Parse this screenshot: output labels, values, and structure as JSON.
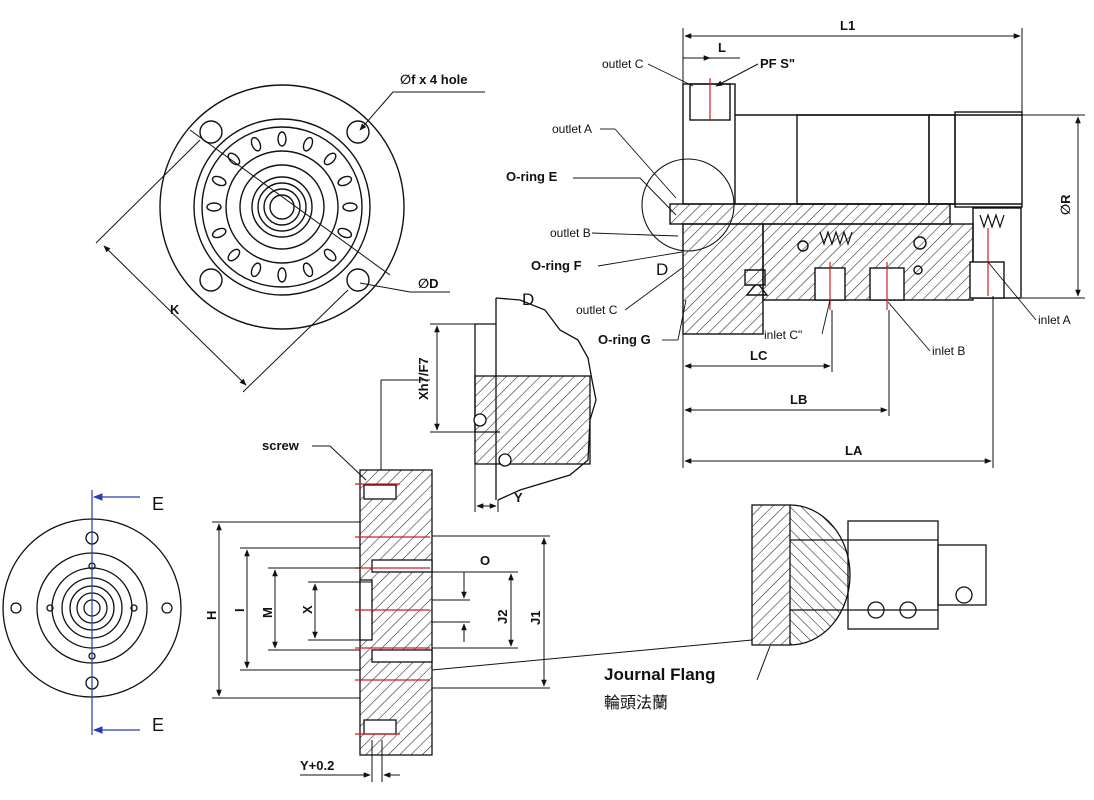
{
  "labels": {
    "hole": "∅f x 4 hole",
    "phi_d": "∅D",
    "k": "K",
    "l1": "L1",
    "l": "L",
    "pfs": "PF S\"",
    "outlet_c_top": "outlet C",
    "outlet_a": "outlet A",
    "oring_e": "O-ring E",
    "outlet_b": "outlet B",
    "oring_f": "O-ring F",
    "d_marker": "D",
    "outlet_c_bottom": "outlet C",
    "oring_g": "O-ring G",
    "inlet_c": "inlet C\"",
    "inlet_b": "inlet B",
    "inlet_a": "inlet A",
    "phi_r": "∅R",
    "lc": "LC",
    "lb": "LB",
    "la": "LA",
    "d_detail": "D",
    "xh7": "Xh7/F7",
    "y": "Y",
    "screw": "screw",
    "e_top": "E",
    "e_bottom": "E",
    "h": "H",
    "i": "I",
    "m": "M",
    "x": "X",
    "o": "O",
    "j2": "J2",
    "j1": "J1",
    "y02": "Y+0.2",
    "journal_flang": "Journal Flang",
    "chinese": "輪頭法蘭"
  },
  "colors": {
    "line": "#111111",
    "centerline_red": "#d21e1e",
    "section_blue": "#2a3ab8",
    "hatch": "#222222"
  }
}
